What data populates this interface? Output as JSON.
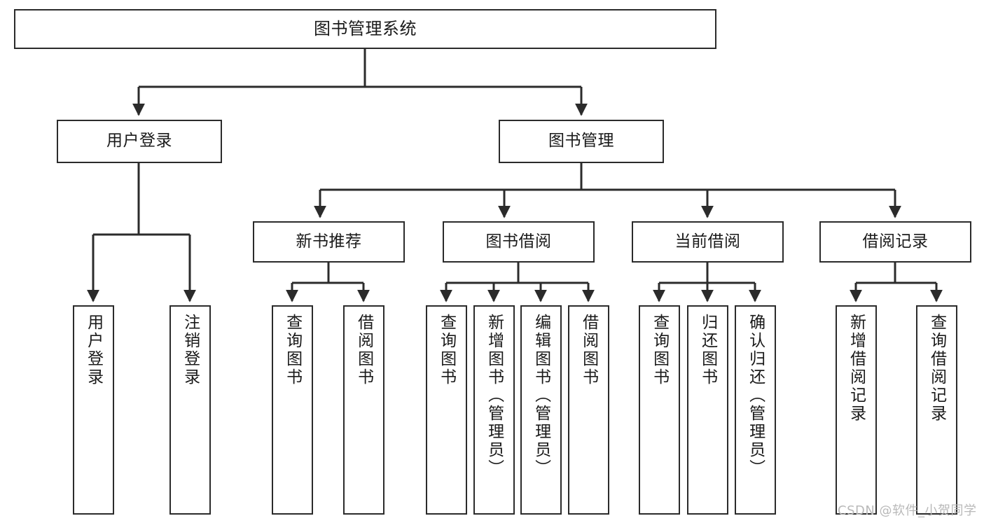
{
  "diagram": {
    "title": "图书管理系统",
    "type": "hierarchy-tree",
    "nodes": {
      "root": {
        "label": "图书管理系统"
      },
      "level2": [
        {
          "id": "user-login",
          "label": "用户登录"
        },
        {
          "id": "book-management",
          "label": "图书管理"
        }
      ],
      "level3": [
        {
          "id": "new-book-recommend",
          "label": "新书推荐"
        },
        {
          "id": "book-borrow",
          "label": "图书借阅"
        },
        {
          "id": "current-borrow",
          "label": "当前借阅"
        },
        {
          "id": "borrow-record",
          "label": "借阅记录"
        }
      ],
      "leaves": {
        "user_login": [
          {
            "id": "leaf-user-login",
            "label": "用户登录"
          },
          {
            "id": "leaf-logout",
            "label": "注销登录"
          }
        ],
        "new_book_recommend": [
          {
            "id": "leaf-query-book-1",
            "label": "查询图书"
          },
          {
            "id": "leaf-borrow-book-1",
            "label": "借阅图书"
          }
        ],
        "book_borrow": [
          {
            "id": "leaf-query-book-2",
            "label": "查询图书"
          },
          {
            "id": "leaf-add-book",
            "label": "新增图书（管理员）"
          },
          {
            "id": "leaf-edit-book",
            "label": "编辑图书（管理员）"
          },
          {
            "id": "leaf-borrow-book-2",
            "label": "借阅图书"
          }
        ],
        "current_borrow": [
          {
            "id": "leaf-query-book-3",
            "label": "查询图书"
          },
          {
            "id": "leaf-return-book",
            "label": "归还图书"
          },
          {
            "id": "leaf-confirm-return",
            "label": "确认归还（管理员）"
          }
        ],
        "borrow_record": [
          {
            "id": "leaf-add-record",
            "label": "新增借阅记录"
          },
          {
            "id": "leaf-query-record",
            "label": "查询借阅记录"
          }
        ]
      }
    },
    "colors": {
      "border": "#2b2b2b",
      "text": "#1a1a1a",
      "background": "#ffffff",
      "edge": "#2b2b2b",
      "watermark": "#b9b9b9"
    }
  },
  "watermark": {
    "text": "CSDN @软件_小贺同学"
  }
}
